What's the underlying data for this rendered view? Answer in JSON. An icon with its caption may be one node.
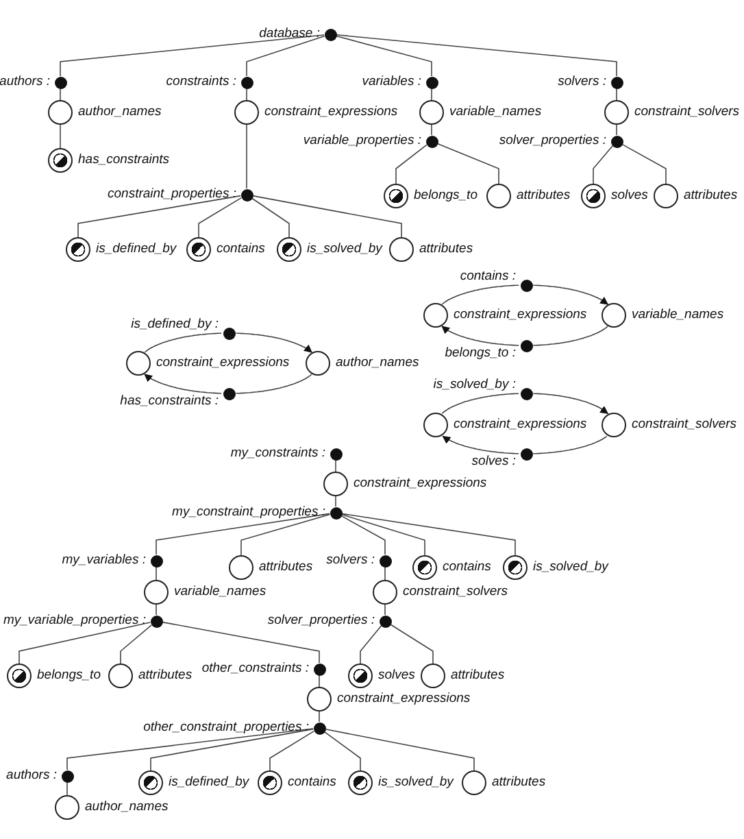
{
  "diagram": {
    "nodes": [
      {
        "text": [],
        "shape": "circle",
        "beside": [
          "database :"
        ]
      },
      {
        "text": [],
        "shape": "circle",
        "beside": [
          "authors :"
        ]
      },
      {
        "text": [],
        "shape": "circle",
        "beside": [
          "author_names"
        ]
      },
      {
        "text": [],
        "shape": "circle",
        "beside": [
          "has_constraints"
        ]
      },
      {
        "text": [],
        "shape": "circle",
        "beside": [
          "constraints :"
        ]
      },
      {
        "text": [],
        "shape": "circle",
        "beside": [
          "constraint_expressions"
        ]
      },
      {
        "text": [],
        "shape": "circle",
        "beside": [
          "constraint_properties :"
        ]
      },
      {
        "text": [],
        "shape": "circle",
        "beside": [
          "is_defined_by"
        ]
      },
      {
        "text": [],
        "shape": "circle",
        "beside": [
          "contains"
        ]
      },
      {
        "text": [],
        "shape": "circle",
        "beside": [
          "is_solved_by"
        ]
      },
      {
        "text": [],
        "shape": "circle",
        "beside": [
          "attributes"
        ]
      },
      {
        "text": [],
        "shape": "circle",
        "beside": [
          "variables :"
        ]
      },
      {
        "text": [],
        "shape": "circle",
        "beside": [
          "variable_names"
        ]
      },
      {
        "text": [],
        "shape": "circle",
        "beside": [
          "variable_properties :"
        ]
      },
      {
        "text": [],
        "shape": "circle",
        "beside": [
          "belongs_to"
        ]
      },
      {
        "text": [],
        "shape": "circle",
        "beside": [
          "attributes"
        ]
      },
      {
        "text": [],
        "shape": "circle",
        "beside": [
          "solvers :"
        ]
      },
      {
        "text": [],
        "shape": "circle",
        "beside": [
          "constraint_solvers"
        ]
      },
      {
        "text": [],
        "shape": "circle",
        "beside": [
          "solver_properties :"
        ]
      },
      {
        "text": [],
        "shape": "circle",
        "beside": [
          "solves"
        ]
      },
      {
        "text": [],
        "shape": "circle",
        "beside": [
          "attributes"
        ]
      },
      {
        "text": [],
        "shape": "circle",
        "beside": [
          "contains :"
        ]
      },
      {
        "text": [],
        "shape": "circle",
        "beside": [
          "constraint_expressions"
        ]
      },
      {
        "text": [],
        "shape": "circle",
        "beside": [
          "variable_names"
        ]
      },
      {
        "text": [],
        "shape": "circle",
        "beside": [
          "belongs_to :"
        ]
      },
      {
        "text": [],
        "shape": "circle",
        "beside": [
          "is_defined_by :"
        ]
      },
      {
        "text": [],
        "shape": "circle",
        "beside": [
          "constraint_expressions"
        ]
      },
      {
        "text": [],
        "shape": "circle",
        "beside": [
          "author_names"
        ]
      },
      {
        "text": [],
        "shape": "circle",
        "beside": [
          "has_constraints :"
        ]
      },
      {
        "text": [],
        "shape": "circle",
        "beside": [
          "is_solved_by :"
        ]
      },
      {
        "text": [],
        "shape": "circle",
        "beside": [
          "constraint_expressions"
        ]
      },
      {
        "text": [],
        "shape": "circle",
        "beside": [
          "constraint_solvers"
        ]
      },
      {
        "text": [],
        "shape": "circle",
        "beside": [
          "solves :"
        ]
      },
      {
        "text": [],
        "shape": "circle",
        "beside": [
          "my_constraints :"
        ]
      },
      {
        "text": [],
        "shape": "circle",
        "beside": [
          "constraint_expressions"
        ]
      },
      {
        "text": [],
        "shape": "circle",
        "beside": [
          "my_constraint_properties :"
        ]
      },
      {
        "text": [],
        "shape": "circle",
        "beside": [
          "my_variables :"
        ]
      },
      {
        "text": [],
        "shape": "circle",
        "beside": [
          "variable_names"
        ]
      },
      {
        "text": [],
        "shape": "circle",
        "beside": [
          "my_variable_properties :"
        ]
      },
      {
        "text": [],
        "shape": "circle",
        "beside": [
          "belongs_to"
        ]
      },
      {
        "text": [],
        "shape": "circle",
        "beside": [
          "attributes"
        ]
      },
      {
        "text": [],
        "shape": "circle",
        "beside": [
          "other_constraints :"
        ]
      },
      {
        "text": [],
        "shape": "circle",
        "beside": [
          "constraint_expressions"
        ]
      },
      {
        "text": [],
        "shape": "circle",
        "beside": [
          "other_constraint_properties :"
        ]
      },
      {
        "text": [],
        "shape": "circle",
        "beside": [
          "authors :"
        ]
      },
      {
        "text": [],
        "shape": "circle",
        "beside": [
          "author_names"
        ]
      },
      {
        "text": [],
        "shape": "circle",
        "beside": [
          "is_defined_by"
        ]
      },
      {
        "text": [],
        "shape": "circle",
        "beside": [
          "contains"
        ]
      },
      {
        "text": [],
        "shape": "circle",
        "beside": [
          "is_solved_by"
        ]
      },
      {
        "text": [],
        "shape": "circle",
        "beside": [
          "attributes"
        ]
      },
      {
        "text": [],
        "shape": "circle",
        "beside": [
          "attributes"
        ]
      },
      {
        "text": [],
        "shape": "circle",
        "beside": [
          "solvers :"
        ]
      },
      {
        "text": [],
        "shape": "circle",
        "beside": [
          "constraint_solvers"
        ]
      },
      {
        "text": [],
        "shape": "circle",
        "beside": [
          "solver_properties :"
        ]
      },
      {
        "text": [],
        "shape": "circle",
        "beside": [
          "solves"
        ]
      },
      {
        "text": [],
        "shape": "circle",
        "beside": [
          "attributes"
        ]
      },
      {
        "text": [],
        "shape": "circle",
        "beside": [
          "contains"
        ]
      },
      {
        "text": [],
        "shape": "circle",
        "beside": [
          "is_solved_by"
        ]
      }
    ],
    "edges": [
      {
        "from": 0,
        "to": 1,
        "arrow": "none"
      },
      {
        "from": 0,
        "to": 4,
        "arrow": "none"
      },
      {
        "from": 0,
        "to": 11,
        "arrow": "none"
      },
      {
        "from": 0,
        "to": 16,
        "arrow": "none"
      },
      {
        "from": 1,
        "to": 2,
        "arrow": "none"
      },
      {
        "from": 2,
        "to": 3,
        "arrow": "none"
      },
      {
        "from": 4,
        "to": 5,
        "arrow": "none"
      },
      {
        "from": 5,
        "to": 6,
        "arrow": "none"
      },
      {
        "from": 6,
        "to": 7,
        "arrow": "none"
      },
      {
        "from": 6,
        "to": 8,
        "arrow": "none"
      },
      {
        "from": 6,
        "to": 9,
        "arrow": "none"
      },
      {
        "from": 6,
        "to": 10,
        "arrow": "none"
      },
      {
        "from": 11,
        "to": 12,
        "arrow": "none"
      },
      {
        "from": 12,
        "to": 13,
        "arrow": "none"
      },
      {
        "from": 13,
        "to": 14,
        "arrow": "none"
      },
      {
        "from": 13,
        "to": 15,
        "arrow": "none"
      },
      {
        "from": 16,
        "to": 17,
        "arrow": "none"
      },
      {
        "from": 17,
        "to": 18,
        "arrow": "none"
      },
      {
        "from": 18,
        "to": 19,
        "arrow": "none"
      },
      {
        "from": 18,
        "to": 20,
        "arrow": "none"
      },
      {
        "from": 22,
        "to": 21,
        "arrow": "none"
      },
      {
        "from": 21,
        "to": 23,
        "arrow": "to"
      },
      {
        "from": 23,
        "to": 24,
        "arrow": "none"
      },
      {
        "from": 24,
        "to": 22,
        "arrow": "to"
      },
      {
        "from": 26,
        "to": 25,
        "arrow": "none"
      },
      {
        "from": 25,
        "to": 27,
        "arrow": "to"
      },
      {
        "from": 27,
        "to": 28,
        "arrow": "none"
      },
      {
        "from": 28,
        "to": 26,
        "arrow": "to"
      },
      {
        "from": 30,
        "to": 29,
        "arrow": "none"
      },
      {
        "from": 29,
        "to": 31,
        "arrow": "to"
      },
      {
        "from": 31,
        "to": 32,
        "arrow": "none"
      },
      {
        "from": 32,
        "to": 30,
        "arrow": "to"
      },
      {
        "from": 33,
        "to": 34,
        "arrow": "none"
      },
      {
        "from": 34,
        "to": 35,
        "arrow": "none"
      },
      {
        "from": 35,
        "to": 36,
        "arrow": "none"
      },
      {
        "from": 35,
        "to": 50,
        "arrow": "none"
      },
      {
        "from": 35,
        "to": 51,
        "arrow": "none"
      },
      {
        "from": 35,
        "to": 56,
        "arrow": "none"
      },
      {
        "from": 35,
        "to": 57,
        "arrow": "none"
      },
      {
        "from": 36,
        "to": 37,
        "arrow": "none"
      },
      {
        "from": 37,
        "to": 38,
        "arrow": "none"
      },
      {
        "from": 38,
        "to": 39,
        "arrow": "none"
      },
      {
        "from": 38,
        "to": 40,
        "arrow": "none"
      },
      {
        "from": 38,
        "to": 41,
        "arrow": "none"
      },
      {
        "from": 41,
        "to": 42,
        "arrow": "none"
      },
      {
        "from": 42,
        "to": 43,
        "arrow": "none"
      },
      {
        "from": 43,
        "to": 44,
        "arrow": "none"
      },
      {
        "from": 43,
        "to": 46,
        "arrow": "none"
      },
      {
        "from": 43,
        "to": 47,
        "arrow": "none"
      },
      {
        "from": 43,
        "to": 48,
        "arrow": "none"
      },
      {
        "from": 43,
        "to": 49,
        "arrow": "none"
      },
      {
        "from": 44,
        "to": 45,
        "arrow": "none"
      },
      {
        "from": 51,
        "to": 52,
        "arrow": "none"
      },
      {
        "from": 52,
        "to": 53,
        "arrow": "none"
      },
      {
        "from": 53,
        "to": 54,
        "arrow": "none"
      },
      {
        "from": 53,
        "to": 55,
        "arrow": "none"
      }
    ]
  }
}
